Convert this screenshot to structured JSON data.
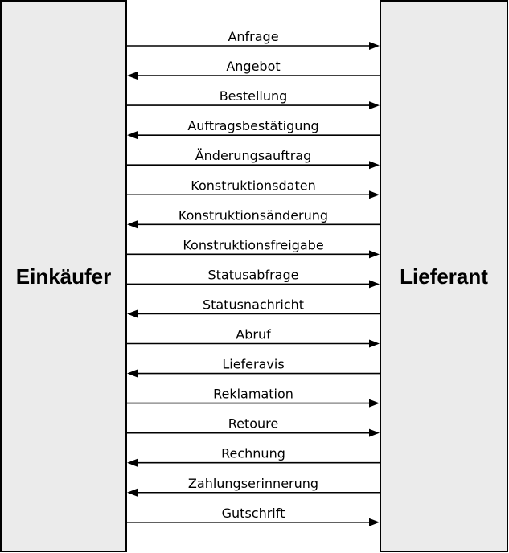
{
  "actors": {
    "left": "Einkäufer",
    "right": "Lieferant"
  },
  "colors": {
    "actor_fill": "#ebebeb",
    "line": "#000000",
    "background": "#ffffff"
  },
  "messages": [
    {
      "label": "Anfrage",
      "direction": "right"
    },
    {
      "label": "Angebot",
      "direction": "left"
    },
    {
      "label": "Bestellung",
      "direction": "right"
    },
    {
      "label": "Auftragsbestätigung",
      "direction": "left"
    },
    {
      "label": "Änderungsauftrag",
      "direction": "right"
    },
    {
      "label": "Konstruktionsdaten",
      "direction": "right"
    },
    {
      "label": "Konstruktionsänderung",
      "direction": "left"
    },
    {
      "label": "Konstruktionsfreigabe",
      "direction": "right"
    },
    {
      "label": "Statusabfrage",
      "direction": "right"
    },
    {
      "label": "Statusnachricht",
      "direction": "left"
    },
    {
      "label": "Abruf",
      "direction": "right"
    },
    {
      "label": "Lieferavis",
      "direction": "left"
    },
    {
      "label": "Reklamation",
      "direction": "right"
    },
    {
      "label": "Retoure",
      "direction": "right"
    },
    {
      "label": "Rechnung",
      "direction": "left"
    },
    {
      "label": "Zahlungserinnerung",
      "direction": "left"
    },
    {
      "label": "Gutschrift",
      "direction": "right"
    }
  ]
}
